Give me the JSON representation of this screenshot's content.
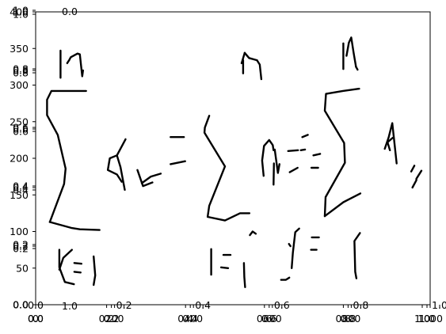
{
  "chart_data": [
    {
      "type": "line",
      "role": "image-axes",
      "xlim": [
        0,
        1000
      ],
      "ylim": [
        0,
        400
      ],
      "x_ticks": [
        "0",
        "200",
        "400",
        "600",
        "800",
        "1000"
      ],
      "y_ticks": [
        "0",
        "50",
        "100",
        "150",
        "200",
        "250",
        "300",
        "350",
        "400"
      ],
      "grid": false,
      "series": [
        {
          "values": [
            [
              [
                60,
                325
              ],
              [
                60,
                349
              ],
              [
                74,
                369
              ],
              [
                97,
                372
              ]
            ],
            [
              [
                60,
                352
              ],
              [
                70,
                336
              ],
              [
                92,
                325
              ]
            ],
            [
              [
                98,
                355
              ],
              [
                114,
                356
              ]
            ],
            [
              [
                98,
                343
              ],
              [
                116,
                344
              ]
            ],
            [
              [
                147,
                373
              ],
              [
                151,
                360
              ],
              [
                147,
                334
              ]
            ],
            [
              [
                445,
                359
              ],
              [
                445,
                324
              ]
            ],
            [
              [
                470,
                349
              ],
              [
                488,
                350
              ]
            ],
            [
              [
                476,
                332
              ],
              [
                494,
                332
              ]
            ],
            [
              [
                528,
                343
              ],
              [
                529,
                362
              ],
              [
                531,
                376
              ]
            ],
            [
              [
                543,
                305
              ],
              [
                550,
                300
              ],
              [
                558,
                303
              ]
            ],
            [
              [
                622,
                366
              ],
              [
                634,
                366
              ],
              [
                643,
                363
              ]
            ],
            [
              [
                649,
                350
              ],
              [
                652,
                329
              ],
              [
                658,
                301
              ],
              [
                668,
                296
              ]
            ],
            [
              [
                698,
                325
              ],
              [
                712,
                325
              ]
            ],
            [
              [
                700,
                308
              ],
              [
                718,
                308
              ]
            ],
            [
              [
                642,
                317
              ],
              [
                646,
                320
              ]
            ],
            [
              [
                822,
                302
              ],
              [
                808,
                313
              ],
              [
                810,
                355
              ],
              [
                813,
                364
              ]
            ],
            [
              [
                36,
                287
              ],
              [
                72,
                235
              ],
              [
                76,
                214
              ],
              [
                56,
                168
              ],
              [
                29,
                141
              ],
              [
                29,
                120
              ],
              [
                40,
                108
              ],
              [
                128,
                108
              ]
            ],
            [
              [
                36,
                287
              ],
              [
                90,
                295
              ],
              [
                112,
                297
              ],
              [
                162,
                298
              ]
            ],
            [
              [
                226,
                243
              ],
              [
                215,
                212
              ],
              [
                206,
                196
              ],
              [
                228,
                174
              ]
            ],
            [
              [
                206,
                196
              ],
              [
                188,
                200
              ],
              [
                183,
                216
              ],
              [
                206,
                222
              ],
              [
                218,
                232
              ]
            ],
            [
              [
                258,
                216
              ],
              [
                272,
                238
              ],
              [
                296,
                233
              ]
            ],
            [
              [
                269,
                234
              ],
              [
                292,
                225
              ],
              [
                317,
                221
              ]
            ],
            [
              [
                342,
                208
              ],
              [
                379,
                204
              ]
            ],
            [
              [
                342,
                171
              ],
              [
                376,
                171
              ]
            ],
            [
              [
                440,
                142
              ],
              [
                429,
                158
              ],
              [
                428,
                165
              ],
              [
                480,
                211
              ],
              [
                440,
                265
              ],
              [
                436,
                280
              ],
              [
                480,
                285
              ],
              [
                518,
                275
              ],
              [
                542,
                275
              ]
            ],
            [
              [
                578,
                224
              ],
              [
                574,
                203
              ],
              [
                579,
                183
              ],
              [
                592,
                175
              ],
              [
                601,
                182
              ],
              [
                603,
                189
              ]
            ],
            [
              [
                618,
                208
              ],
              [
                614,
                220
              ],
              [
                606,
                188
              ]
            ],
            [
              [
                603,
                236
              ],
              [
                604,
                207
              ]
            ],
            [
              [
                644,
                219
              ],
              [
                664,
                213
              ]
            ],
            [
              [
                640,
                190
              ],
              [
                665,
                189
              ]
            ],
            [
              [
                672,
                189
              ],
              [
                683,
                188
              ]
            ],
            [
              [
                699,
                213
              ],
              [
                716,
                213
              ]
            ],
            [
              [
                704,
                196
              ],
              [
                721,
                194
              ]
            ],
            [
              [
                676,
                171
              ],
              [
                690,
                168
              ]
            ],
            [
              [
                733,
                279
              ],
              [
                780,
                260
              ],
              [
                823,
                248
              ]
            ],
            [
              [
                733,
                279
              ],
              [
                735,
                253
              ],
              [
                784,
                206
              ],
              [
                782,
                179
              ],
              [
                733,
                135
              ],
              [
                736,
                112
              ],
              [
                779,
                108
              ],
              [
                820,
                105
              ]
            ],
            [
              [
                885,
                187
              ],
              [
                895,
                171
              ],
              [
                904,
                152
              ],
              [
                915,
                207
              ]
            ],
            [
              [
                905,
                172
              ],
              [
                892,
                178
              ],
              [
                898,
                189
              ]
            ],
            [
              [
                955,
                240
              ],
              [
                965,
                230
              ],
              [
                965,
                228
              ],
              [
                978,
                217
              ]
            ],
            [
              [
                952,
                218
              ],
              [
                960,
                210
              ]
            ],
            [
              [
                63,
                90
              ],
              [
                63,
                53
              ]
            ],
            [
              [
                80,
                70
              ],
              [
                85,
                66
              ],
              [
                89,
                62
              ],
              [
                106,
                57
              ],
              [
                112,
                58
              ],
              [
                118,
                88
              ],
              [
                120,
                80
              ]
            ],
            [
              [
                526,
                84
              ],
              [
                526,
                66
              ]
            ],
            [
              [
                522,
                70
              ],
              [
                530,
                56
              ]
            ],
            [
              [
                530,
                56
              ],
              [
                541,
                63
              ],
              [
                561,
                66
              ]
            ],
            [
              [
                561,
                66
              ],
              [
                568,
                72
              ],
              [
                572,
                92
              ]
            ],
            [
              [
                780,
                78
              ],
              [
                780,
                43
              ]
            ],
            [
              [
                788,
                60
              ],
              [
                794,
                42
              ],
              [
                800,
                35
              ],
              [
                806,
                56
              ],
              [
                812,
                75
              ]
            ],
            [
              [
                812,
                75
              ],
              [
                816,
                79
              ]
            ]
          ]
        }
      ]
    },
    {
      "type": "line",
      "role": "empty-axes",
      "xlim": [
        0,
        1
      ],
      "ylim": [
        0,
        1
      ],
      "x_ticks": [
        "0.0",
        "0.2",
        "0.4",
        "0.6",
        "0.8",
        "1.0"
      ],
      "y_ticks": [
        "0.0",
        "0.2",
        "0.4",
        "0.6",
        "0.8",
        "1.0"
      ],
      "grid": false,
      "series": []
    },
    {
      "type": "line",
      "role": "empty-axes",
      "xlim": [
        0,
        1
      ],
      "ylim": [
        0,
        1
      ],
      "x_ticks": [
        "0.0",
        "0.2",
        "0.4",
        "0.6",
        "0.8",
        "1.0"
      ],
      "y_ticks": [
        "0.0",
        "0.2",
        "0.4",
        "0.6",
        "0.8",
        "1.0"
      ],
      "grid": false,
      "series": []
    },
    {
      "type": "line",
      "role": "empty-axes",
      "xlim": [
        0,
        1
      ],
      "ylim": [
        0,
        1
      ],
      "x_ticks": [
        "0.0",
        "0.2",
        "0.4",
        "0.6",
        "0.8",
        "1.0"
      ],
      "y_ticks": [
        "0.0",
        "0.2",
        "0.4",
        "0.6",
        "0.8",
        "1.0"
      ],
      "grid": false,
      "series": []
    }
  ]
}
